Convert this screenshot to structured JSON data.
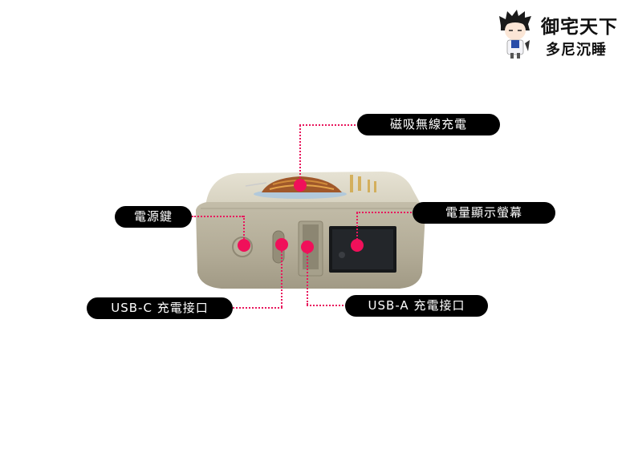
{
  "brand": {
    "line1": "御宅天下",
    "line2": "多尼沉睡",
    "mascot_icon": "anime-boy-mascot"
  },
  "labels": {
    "wireless": "磁吸無線充電",
    "power": "電源鍵",
    "display": "電量顯示螢幕",
    "usb_c": "USB-C 充電接口",
    "usb_a": "USB-A 充電接口"
  },
  "colors": {
    "accent": "#f0105a",
    "pill_bg": "#000000",
    "pill_text": "#ffffff",
    "device_body": "#c9c3b0"
  }
}
